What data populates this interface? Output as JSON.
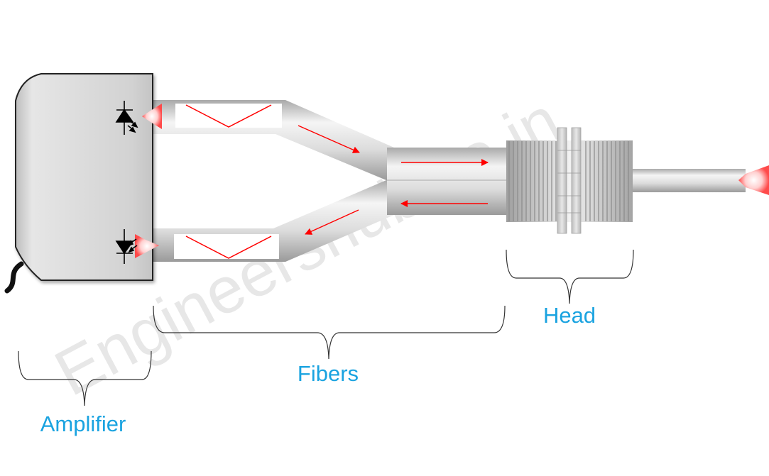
{
  "labels": {
    "amplifier": "Amplifier",
    "fibers": "Fibers",
    "head": "Head"
  },
  "watermark": "Engineershub.co.in",
  "colors": {
    "label": "#1aa3e0",
    "arrow": "#ff0000",
    "fiber_light": "#f4f4f4",
    "fiber_dark": "#9c9c9c",
    "amplifier_fill": "#d4d4d4",
    "brace": "#333333",
    "watermark": "#e7e7e7"
  },
  "icons": {
    "emitter": "led-emitter-icon",
    "receiver": "photodiode-receiver-icon"
  }
}
